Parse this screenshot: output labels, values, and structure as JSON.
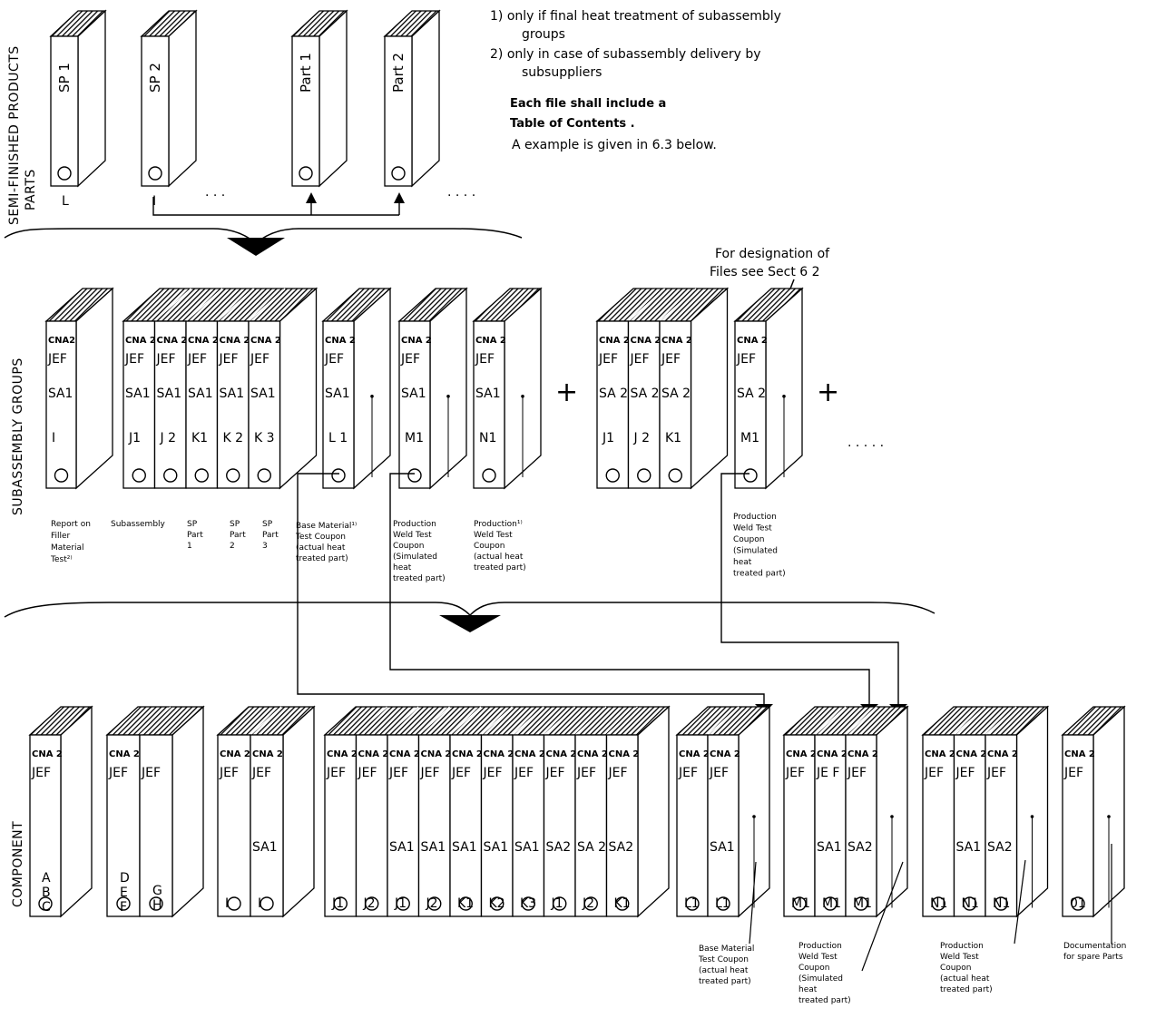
{
  "sections": {
    "semi_finished": [
      "SEMI-FINISHED PRODUCTS",
      "PARTS"
    ],
    "subassembly": "SUBASSEMBLY GROUPS",
    "component": "COMPONENT"
  },
  "notes": {
    "n1": [
      "1) only if final heat treatment of subassembly",
      "groups"
    ],
    "n2": [
      "2) only in case of subassembly delivery by",
      "subsuppliers"
    ],
    "each_file": [
      "Each file shall include a",
      "Table of Contents .",
      "A example is given in 6.3 below."
    ],
    "designation": [
      "For designation of",
      "Files see Sect 6 2"
    ]
  },
  "row1": {
    "binders": [
      {
        "label": "SP 1",
        "under": "L"
      },
      {
        "label": "SP 2",
        "under": "I"
      },
      {
        "label": "Part 1",
        "under": ""
      },
      {
        "label": "Part 2",
        "under": ""
      }
    ]
  },
  "row2": {
    "groups": [
      {
        "files": [
          {
            "l1": "CNA2",
            "l2": "JEF",
            "l3": "SA1",
            "l4": "I"
          }
        ]
      },
      {
        "files": [
          {
            "l1": "CNA 2",
            "l2": "JEF",
            "l3": "SA1",
            "l4": "J1"
          },
          {
            "l1": "CNA 2",
            "l2": "JEF",
            "l3": "SA1",
            "l4": "J 2"
          },
          {
            "l1": "CNA 2",
            "l2": "JEF",
            "l3": "SA1",
            "l4": "K1"
          },
          {
            "l1": "CNA 2",
            "l2": "JEF",
            "l3": "SA1",
            "l4": "K 2"
          },
          {
            "l1": "CNA 2",
            "l2": "JEF",
            "l3": "SA1",
            "l4": "K 3"
          }
        ]
      },
      {
        "files": [
          {
            "l1": "CNA 2",
            "l2": "JEF",
            "l3": "SA1",
            "l4": "L 1"
          }
        ]
      },
      {
        "files": [
          {
            "l1": "CNA 2",
            "l2": "JEF",
            "l3": "SA1",
            "l4": "M1"
          }
        ]
      },
      {
        "files": [
          {
            "l1": "CNA 2",
            "l2": "JEF",
            "l3": "SA1",
            "l4": "N1"
          }
        ]
      },
      {
        "files": [
          {
            "l1": "CNA 2",
            "l2": "JEF",
            "l3": "SA 2",
            "l4": "J1"
          },
          {
            "l1": "CNA 2",
            "l2": "JEF",
            "l3": "SA 2",
            "l4": "J 2"
          },
          {
            "l1": "CNA 2",
            "l2": "JEF",
            "l3": "SA 2",
            "l4": "K1"
          }
        ]
      },
      {
        "files": [
          {
            "l1": "CNA 2",
            "l2": "JEF",
            "l3": "SA 2",
            "l4": "M1"
          }
        ]
      }
    ],
    "plus": "+",
    "ellipsis": ". . . . .",
    "captions": {
      "report": [
        "Report on",
        "Filler",
        "Material",
        "Test²⁾"
      ],
      "subassembly": "Subassembly",
      "sp1": [
        "SP",
        "Part",
        "1"
      ],
      "sp2": [
        "SP",
        "Part",
        "2"
      ],
      "sp3": [
        "SP",
        "Part",
        "3"
      ],
      "base_material": [
        "Base Material¹⁾",
        "Test Coupon",
        "(actual heat",
        "treated part)"
      ],
      "prod_weld_sim": [
        "Production",
        "Weld Test",
        "Coupon",
        "(Simulated",
        "heat",
        "treated part)"
      ],
      "prod_weld_actual": [
        "Production¹⁾",
        "Weld Test",
        "Coupon",
        "(actual heat",
        "treated part)"
      ],
      "prod_weld_sim2": [
        "Production",
        "Weld Test",
        "Coupon",
        "(Simulated",
        "heat",
        "treated part)"
      ]
    }
  },
  "row3": {
    "groups": [
      {
        "files": [
          {
            "l1": "CNA 2",
            "l2": "JEF",
            "l3": "",
            "l4": "A\nB\nC"
          }
        ]
      },
      {
        "files": [
          {
            "l1": "CNA 2",
            "l2": "JEF",
            "l3": "",
            "l4": "D\nE\nF"
          },
          {
            "l1": "",
            "l2": "JEF",
            "l3": "",
            "l4": "G\nH"
          }
        ]
      },
      {
        "files": [
          {
            "l1": "CNA 2",
            "l2": "JEF",
            "l3": "",
            "l4": "I"
          },
          {
            "l1": "CNA 2",
            "l2": "JEF",
            "l3": "SA1",
            "l4": "I"
          }
        ]
      },
      {
        "files": [
          {
            "l1": "CNA 2",
            "l2": "JEF",
            "l3": "",
            "l4": "J1"
          },
          {
            "l1": "CNA 2",
            "l2": "JEF",
            "l3": "",
            "l4": "J2"
          },
          {
            "l1": "CNA 2",
            "l2": "JEF",
            "l3": "SA1",
            "l4": "J1"
          },
          {
            "l1": "CNA 2",
            "l2": "JEF",
            "l3": "SA1",
            "l4": "J2"
          },
          {
            "l1": "CNA 2",
            "l2": "JEF",
            "l3": "SA1",
            "l4": "K1"
          },
          {
            "l1": "CNA 2",
            "l2": "JEF",
            "l3": "SA1",
            "l4": "K2"
          },
          {
            "l1": "CNA 2",
            "l2": "JEF",
            "l3": "SA1",
            "l4": "K3"
          },
          {
            "l1": "CNA 2",
            "l2": "JEF",
            "l3": "SA2",
            "l4": "J1"
          },
          {
            "l1": "CNA 2",
            "l2": "JEF",
            "l3": "SA 2",
            "l4": "J2"
          },
          {
            "l1": "CNA 2",
            "l2": "JEF",
            "l3": "SA2",
            "l4": "K1"
          }
        ]
      },
      {
        "files": [
          {
            "l1": "CNA 2",
            "l2": "JEF",
            "l3": "",
            "l4": "L1"
          },
          {
            "l1": "CNA 2",
            "l2": "JEF",
            "l3": "SA1",
            "l4": "L1"
          }
        ]
      },
      {
        "files": [
          {
            "l1": "CNA 2",
            "l2": "JEF",
            "l3": "",
            "l4": "M1"
          },
          {
            "l1": "CNA 2",
            "l2": "JE F",
            "l3": "SA1",
            "l4": "M1"
          },
          {
            "l1": "CNA 2",
            "l2": "JEF",
            "l3": "SA2",
            "l4": "M1"
          }
        ]
      },
      {
        "files": [
          {
            "l1": "CNA 2",
            "l2": "JEF",
            "l3": "",
            "l4": "N1"
          },
          {
            "l1": "CNA 2",
            "l2": "JEF",
            "l3": "SA1",
            "l4": "N1"
          },
          {
            "l1": "CNA 2",
            "l2": "JEF",
            "l3": "SA2",
            "l4": "N1"
          }
        ]
      },
      {
        "files": [
          {
            "l1": "CNA 2",
            "l2": "JEF",
            "l3": "",
            "l4": "01"
          }
        ]
      }
    ],
    "captions": {
      "base_material": [
        "Base Material",
        "Test Coupon",
        "(actual heat",
        "treated part)"
      ],
      "prod_weld_sim": [
        "Production",
        "Weld Test",
        "Coupon",
        "(Simulated",
        "heat",
        "treated part)"
      ],
      "prod_weld_actual": [
        "Production",
        "Weld Test",
        "Coupon",
        "(actual heat",
        "treated part)"
      ],
      "spare": [
        "Documentation",
        "for spare Parts"
      ]
    }
  }
}
